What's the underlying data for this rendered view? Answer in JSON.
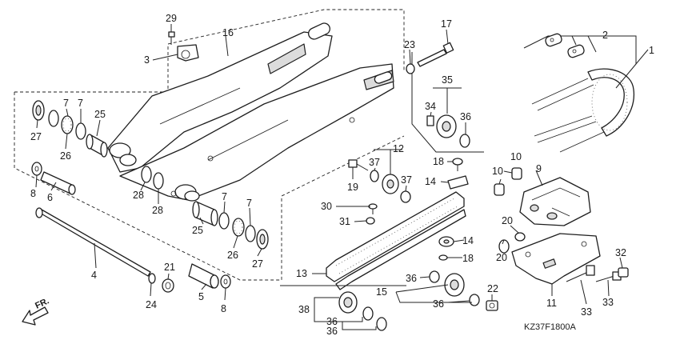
{
  "diagram": {
    "callouts": [
      {
        "id": "c29",
        "label": "29"
      },
      {
        "id": "c16",
        "label": "16"
      },
      {
        "id": "c3",
        "label": "3"
      },
      {
        "id": "c23",
        "label": "23"
      },
      {
        "id": "c17",
        "label": "17"
      },
      {
        "id": "c2",
        "label": "2"
      },
      {
        "id": "c1",
        "label": "1"
      },
      {
        "id": "c35",
        "label": "35"
      },
      {
        "id": "c34",
        "label": "34"
      },
      {
        "id": "c36a",
        "label": "36"
      },
      {
        "id": "c7a",
        "label": "7"
      },
      {
        "id": "c7b",
        "label": "7"
      },
      {
        "id": "c25a",
        "label": "25"
      },
      {
        "id": "c27a",
        "label": "27"
      },
      {
        "id": "c26a",
        "label": "26"
      },
      {
        "id": "c12",
        "label": "12"
      },
      {
        "id": "c37a",
        "label": "37"
      },
      {
        "id": "c37b",
        "label": "37"
      },
      {
        "id": "c18a",
        "label": "18"
      },
      {
        "id": "c10a",
        "label": "10"
      },
      {
        "id": "c10b",
        "label": "10"
      },
      {
        "id": "c9",
        "label": "9"
      },
      {
        "id": "c19",
        "label": "19"
      },
      {
        "id": "c14a",
        "label": "14"
      },
      {
        "id": "c8a",
        "label": "8"
      },
      {
        "id": "c6",
        "label": "6"
      },
      {
        "id": "c28a",
        "label": "28"
      },
      {
        "id": "c28b",
        "label": "28"
      },
      {
        "id": "c7c",
        "label": "7"
      },
      {
        "id": "c7d",
        "label": "7"
      },
      {
        "id": "c30",
        "label": "30"
      },
      {
        "id": "c31",
        "label": "31"
      },
      {
        "id": "c25b",
        "label": "25"
      },
      {
        "id": "c26b",
        "label": "26"
      },
      {
        "id": "c27b",
        "label": "27"
      },
      {
        "id": "c20a",
        "label": "20"
      },
      {
        "id": "c20b",
        "label": "20"
      },
      {
        "id": "c14b",
        "label": "14"
      },
      {
        "id": "c18b",
        "label": "18"
      },
      {
        "id": "c32",
        "label": "32"
      },
      {
        "id": "c21",
        "label": "21"
      },
      {
        "id": "c4",
        "label": "4"
      },
      {
        "id": "c13",
        "label": "13"
      },
      {
        "id": "c36b",
        "label": "36"
      },
      {
        "id": "c15",
        "label": "15"
      },
      {
        "id": "c22",
        "label": "22"
      },
      {
        "id": "c24",
        "label": "24"
      },
      {
        "id": "c5",
        "label": "5"
      },
      {
        "id": "c8b",
        "label": "8"
      },
      {
        "id": "c36c",
        "label": "36"
      },
      {
        "id": "c11",
        "label": "11"
      },
      {
        "id": "c33a",
        "label": "33"
      },
      {
        "id": "c33b",
        "label": "33"
      },
      {
        "id": "c38",
        "label": "38"
      },
      {
        "id": "c36d",
        "label": "36"
      },
      {
        "id": "c36e",
        "label": "36"
      }
    ],
    "direction_label": "FR.",
    "diagram_code": "KZ37F1800A"
  }
}
